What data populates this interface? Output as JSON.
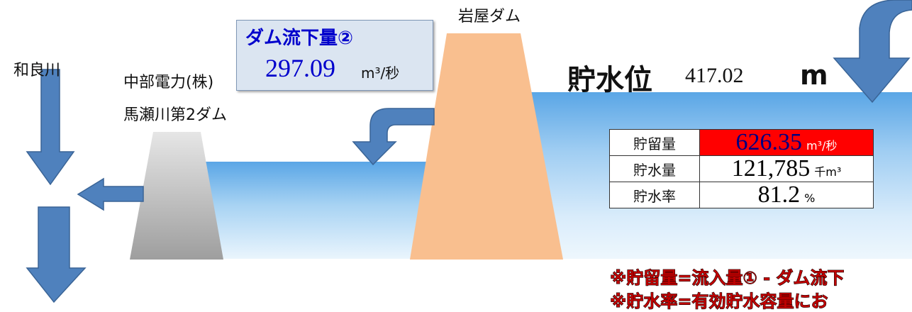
{
  "labels": {
    "river": "和良川",
    "upstream_dam_line1": "中部電力(株)",
    "upstream_dam_line2": "馬瀬川第2ダム",
    "main_dam": "岩屋ダム"
  },
  "dam_outflow": {
    "title": "ダム流下量②",
    "value": "297.09",
    "unit": "m³/秒"
  },
  "water_level": {
    "label": "貯水位",
    "value": "417.02",
    "unit": "m"
  },
  "stats": {
    "storage_rate": {
      "label": "貯留量",
      "value": "626.35",
      "unit": "m³/秒"
    },
    "storage_volume": {
      "label": "貯水量",
      "value": "121,785",
      "unit": "千m³"
    },
    "storage_ratio": {
      "label": "貯水率",
      "value": "81.2",
      "unit": "%"
    }
  },
  "notes": {
    "line1": "※貯留量=流入量① - ダム流下",
    "line2": "※貯水率=有効貯水容量にお"
  },
  "colors": {
    "arrow": "#4f81bd",
    "main_dam": "#f9bf8f",
    "upstream_dam": "#c8c8c8",
    "storage_highlight": "#ff0000",
    "outflow_text": "#0000cc"
  }
}
